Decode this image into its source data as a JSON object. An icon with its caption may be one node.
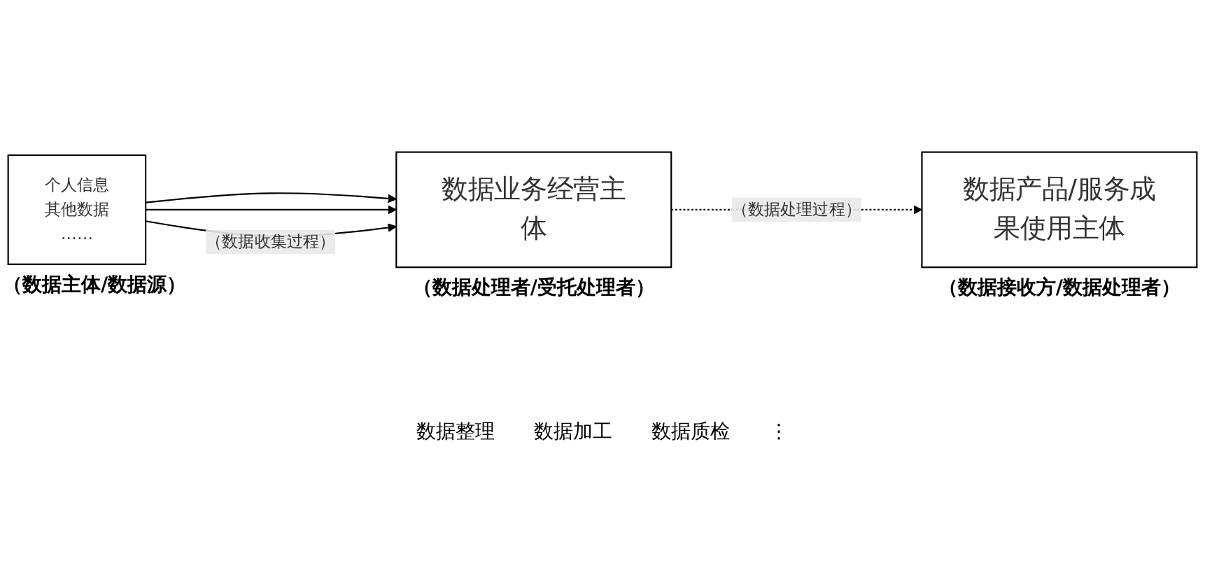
{
  "diagram": {
    "nodes": [
      {
        "text": [
          "个人信息",
          "其他数据",
          "……"
        ],
        "beside": [
          "（数据主体/数据源）"
        ]
      },
      {
        "text": [
          "数据业务经营主体"
        ],
        "beside": [
          "（数据处理者/受托处理者）"
        ]
      },
      {
        "text": [
          "数据产品/服务成果使用主体"
        ],
        "beside": [
          "（数据接收方/数据处理者）"
        ]
      }
    ],
    "edges": [
      {
        "from": 0,
        "to": 1,
        "arrow": "to"
      },
      {
        "from": 0,
        "to": 1,
        "arrow": "to"
      },
      {
        "from": 0,
        "to": 1,
        "arrow": "to",
        "label": "（数据收集过程）"
      },
      {
        "from": 1,
        "to": 2,
        "arrow": "to",
        "style": "dashed",
        "label": "（数据处理过程）"
      }
    ],
    "labels": [
      "数据整理",
      "数据加工",
      "数据质检",
      "⋮"
    ]
  }
}
